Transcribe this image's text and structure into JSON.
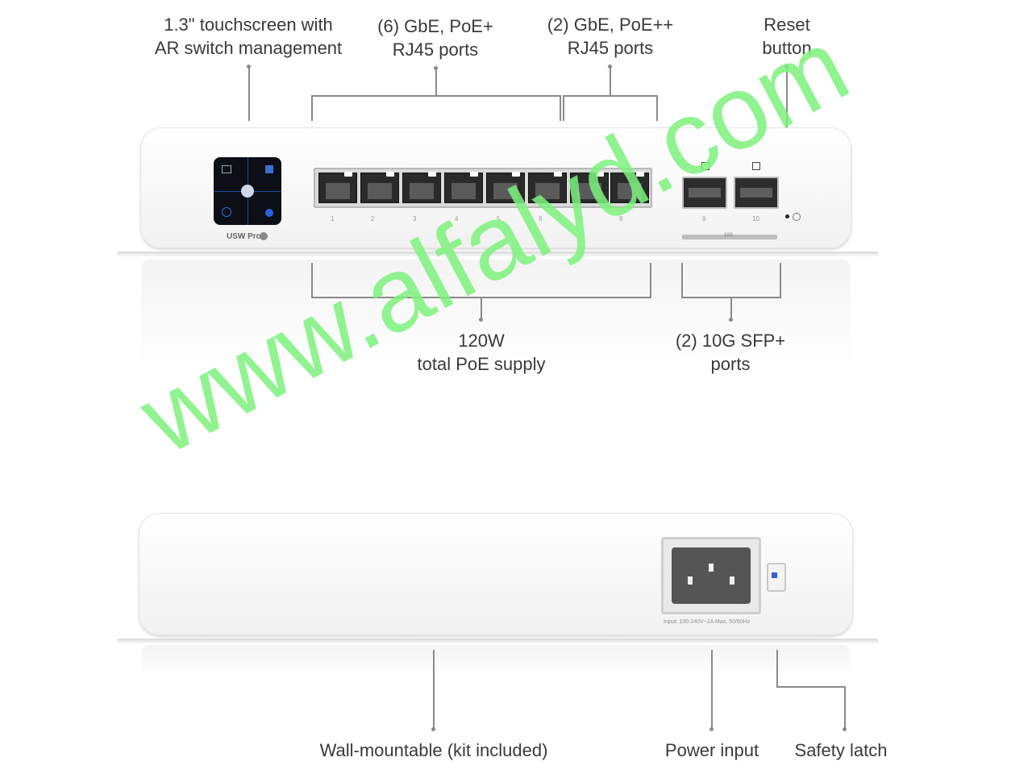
{
  "callouts": {
    "touchscreen": [
      "1.3\" touchscreen with",
      "AR switch management"
    ],
    "gbe_poe_plus": [
      "(6) GbE, PoE+",
      "RJ45 ports"
    ],
    "gbe_poe_plusplus": [
      "(2) GbE, PoE++",
      "RJ45 ports"
    ],
    "reset": [
      "Reset",
      "button"
    ],
    "poe_supply": [
      "120W",
      "total PoE supply"
    ],
    "sfp": [
      "(2) 10G SFP+",
      "ports"
    ],
    "wall_mount": "Wall-mountable (kit included)",
    "power_input": "Power input",
    "safety_latch": "Safety latch"
  },
  "device_front": {
    "model": "USW Pro",
    "rj45_ports": [
      "1",
      "2",
      "3",
      "4",
      "5",
      "6",
      "7",
      "8"
    ],
    "sfp_ports": [
      "9",
      "10"
    ],
    "bar_label": "10G"
  },
  "device_back": {
    "power_spec": "Input: 100-240V~2A Max, 50/60Hz"
  },
  "watermark": "www.alfalyd.com"
}
